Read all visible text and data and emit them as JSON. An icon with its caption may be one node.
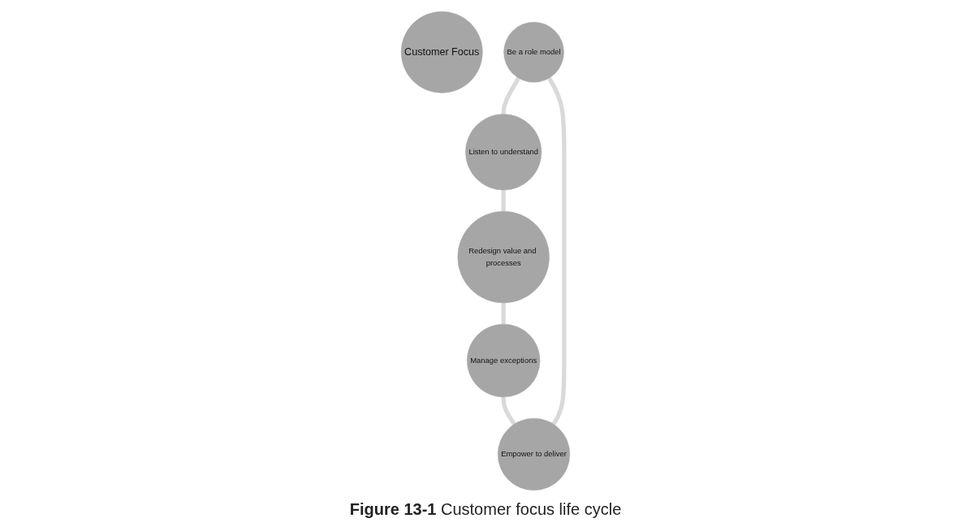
{
  "diagram": {
    "caption": "**Figure 13-1** Customer focus life cycle",
    "nodes": [
      {
        "text": [
          "Customer Focus"
        ]
      },
      {
        "text": [
          "Be a role model"
        ]
      },
      {
        "text": [
          "Listen to understand"
        ]
      },
      {
        "text": [
          "Redesign value and processes"
        ]
      },
      {
        "text": [
          "Manage exceptions"
        ]
      },
      {
        "text": [
          "Empower to deliver"
        ]
      }
    ],
    "edges": [
      {
        "from": 1,
        "to": 2,
        "arrow": "none"
      },
      {
        "from": 2,
        "to": 3,
        "arrow": "none"
      },
      {
        "from": 3,
        "to": 4,
        "arrow": "none"
      },
      {
        "from": 4,
        "to": 5,
        "arrow": "none"
      },
      {
        "from": 5,
        "to": 1,
        "arrow": "none"
      }
    ]
  }
}
